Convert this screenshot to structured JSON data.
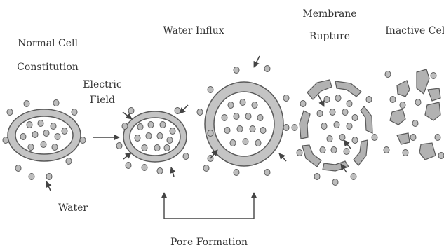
{
  "labels": {
    "normal_cell": [
      "Normal Cell",
      "Constitution"
    ],
    "electric_field": [
      "Electric",
      "Field"
    ],
    "water_influx": "Water Influx",
    "membrane_rupture": [
      "Membrane",
      "Rupture"
    ],
    "inactive_cell": "Inactive Cell",
    "water": "Water",
    "pore_formation": "Pore Formation"
  },
  "colors": {
    "membrane": "#c4c4c4",
    "cytoplasm": "#ffffff",
    "molecule": "#bdbdbd",
    "stroke": "#5a5a5a",
    "fragment": "#b2b2b2"
  }
}
